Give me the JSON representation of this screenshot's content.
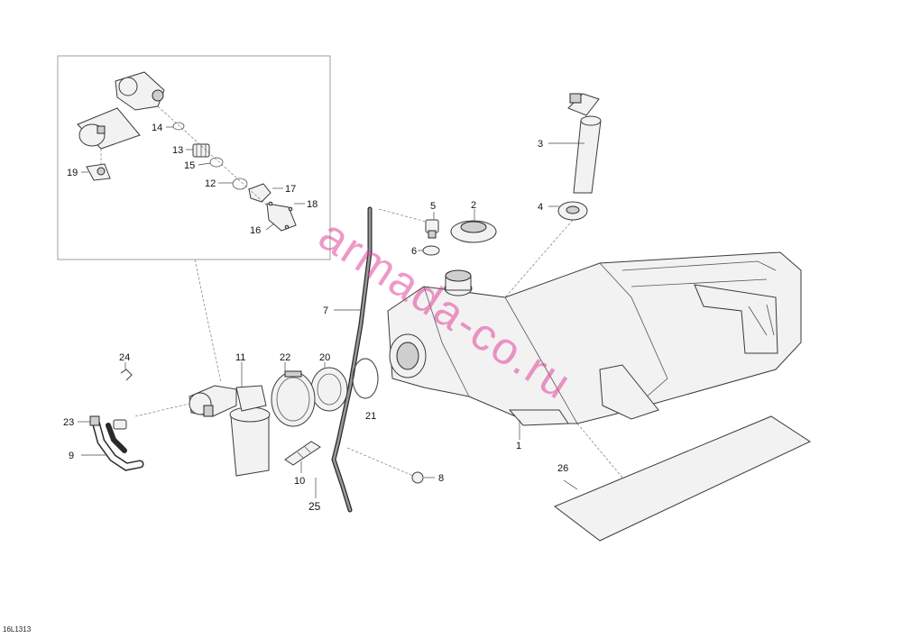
{
  "diagram": {
    "code": "16L1313",
    "watermark": "armada-co.ru",
    "callouts": {
      "c1": "1",
      "c2": "2",
      "c3": "3",
      "c4": "4",
      "c5": "5",
      "c6": "6",
      "c7": "7",
      "c8": "8",
      "c9": "9",
      "c10": "10",
      "c11": "11",
      "c12": "12",
      "c13": "13",
      "c14": "14",
      "c15": "15",
      "c16": "16",
      "c17": "17",
      "c18": "18",
      "c19": "19",
      "c20": "20",
      "c21": "21",
      "c22": "22",
      "c23": "23",
      "c24": "24",
      "c25": "25",
      "c26": "26"
    }
  }
}
